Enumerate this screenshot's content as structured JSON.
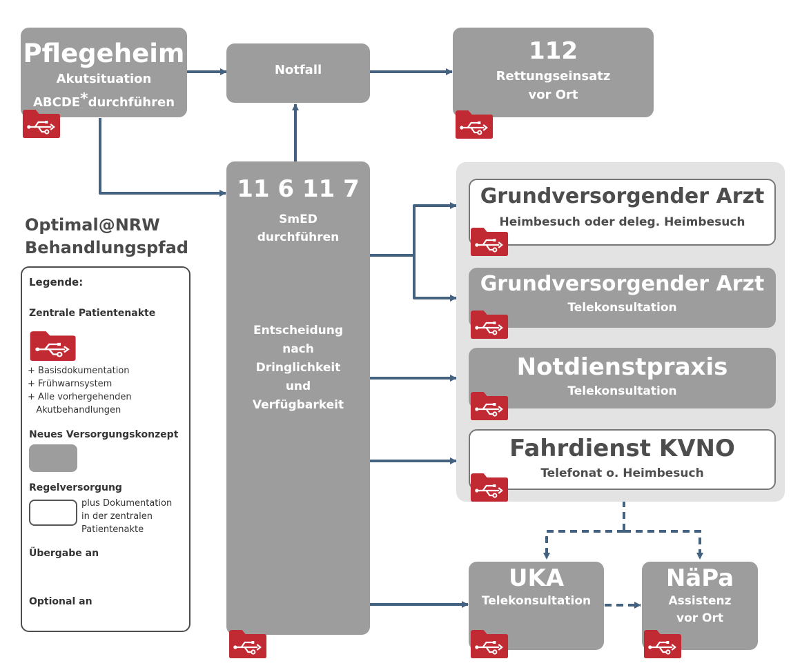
{
  "colors": {
    "arrow": "#44617f",
    "gray_box": "#9d9d9d",
    "panel": "#e3e3e3",
    "folder": "#c22a33",
    "text_dark": "#4d4d4d"
  },
  "icons": {
    "folder": "red-folder-with-usb-symbol-icon"
  },
  "nodes": {
    "pflegeheim": {
      "title": "Pflegeheim",
      "line1": "Akutsituation",
      "line2_a": "ABCDE",
      "line2_star": "*",
      "line2_b": "durchführen"
    },
    "notfall": {
      "label": "Notfall"
    },
    "rettung": {
      "title": "112",
      "line1": "Rettungseinsatz",
      "line2": "vor Ort"
    },
    "smed": {
      "title": "11 6 11 7",
      "line1": "SmED",
      "line2": "durchführen",
      "decision": [
        "Entscheidung",
        "nach",
        "Dringlichkeit",
        "und",
        "Verfügbarkeit"
      ]
    },
    "arzt_heim": {
      "title": "Grundversorgender Arzt",
      "sub": "Heimbesuch oder  deleg. Heimbesuch"
    },
    "arzt_tele": {
      "title": "Grundversorgender Arzt",
      "sub": "Telekonsultation"
    },
    "notdienst": {
      "title": "Notdienstpraxis",
      "sub": "Telekonsultation"
    },
    "fahrdienst": {
      "title": "Fahrdienst KVNO",
      "sub": "Telefonat o. Heimbesuch"
    },
    "uka": {
      "title": "UKA",
      "sub": "Telekonsultation"
    },
    "naepa": {
      "title": "NäPa",
      "line1": "Assistenz",
      "line2": "vor Ort"
    }
  },
  "heading": {
    "line1": "Optimal@NRW",
    "line2": "Behandlungspfad"
  },
  "legend": {
    "title": "Legende:",
    "ehr_label": "Zentrale Patientenakte",
    "ehr_items": [
      "+ Basisdokumentation",
      "+ Frühwarnsystem",
      "+ Alle vorhergehenden",
      "   Akutbehandlungen"
    ],
    "new_concept_label": "Neues Versorgungskonzept",
    "regular_label": "Regelversorgung",
    "regular_note": [
      "plus Dokumentation",
      "in der zentralen",
      "Patientenakte"
    ],
    "handover_label": "Übergabe an",
    "optional_label": "Optional an"
  }
}
